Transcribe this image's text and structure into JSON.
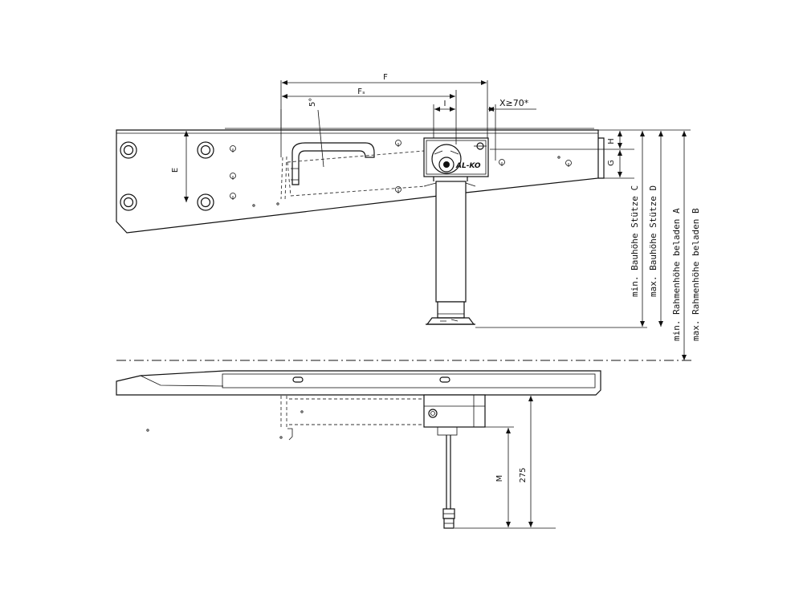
{
  "labels": {
    "F": "F",
    "Fs": "Fₛ",
    "I": "I",
    "X": "X≥70*",
    "angle": "5°",
    "E": "E",
    "H": "H",
    "G": "G",
    "M": "M",
    "dim_275": "275",
    "brand": "AL-KO"
  },
  "vertical_labels": {
    "min_bauhoehe": "min. Bauhöhe Stütze C",
    "max_bauhoehe": "max. Bauhöhe Stütze D",
    "min_rahmenhoehe": "min. Rahmenhöhe beladen A",
    "max_rahmenhoehe": "max. Rahmenhöhe beladen B"
  }
}
